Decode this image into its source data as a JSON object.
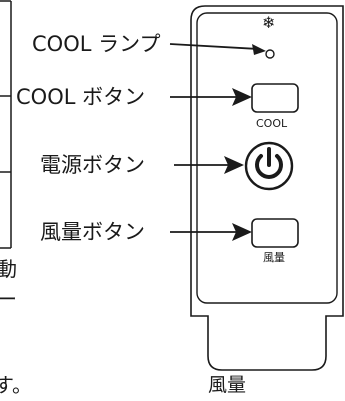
{
  "callouts": {
    "cool_lamp": "COOL ランプ",
    "cool_button": "COOL ボタン",
    "power_button": "電源ボタン",
    "fan_button": "風量ボタン"
  },
  "panel": {
    "snowflake": "❄",
    "cool_caption": "COOL",
    "fan_caption": "風量"
  },
  "cut_off_text": {
    "right_char_1": "動",
    "right_char_2": "ー",
    "bottom_char": "す。"
  },
  "bottom_caption": "風量",
  "icons": [
    "snowflake-icon",
    "lamp-indicator-icon",
    "power-icon",
    "arrow-icon"
  ]
}
